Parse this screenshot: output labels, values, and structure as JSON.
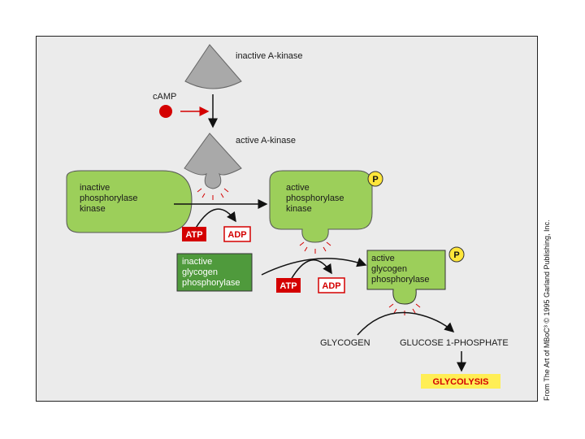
{
  "labels": {
    "inactive_a_kinase": "inactive A-kinase",
    "camp": "cAMP",
    "active_a_kinase": "active A-kinase",
    "inactive_phos_kinase": [
      "inactive",
      "phosphorylase",
      "kinase"
    ],
    "active_phos_kinase": [
      "active",
      "phosphorylase",
      "kinase"
    ],
    "inactive_glyc_phos": [
      "inactive",
      "glycogen",
      "phosphorylase"
    ],
    "active_glyc_phos": [
      "active",
      "glycogen",
      "phosphorylase"
    ],
    "atp": "ATP",
    "adp": "ADP",
    "phosphate": "P",
    "glycogen": "GLYCOGEN",
    "glucose_1_phosphate": "GLUCOSE 1-PHOSPHATE",
    "glycolysis": "GLYCOLYSIS"
  },
  "credit": "From The Art of MBoC³ © 1995 Garland Publishing, Inc.",
  "colors": {
    "panel": "#ebebeb",
    "kinase_gray": "#a9a9a9",
    "light_green": "#9ccf5a",
    "dark_green": "#4f9a3c",
    "red": "#d40000",
    "phosphate_yellow": "#ffe63a",
    "glycolysis_yellow": "#ffee55"
  }
}
